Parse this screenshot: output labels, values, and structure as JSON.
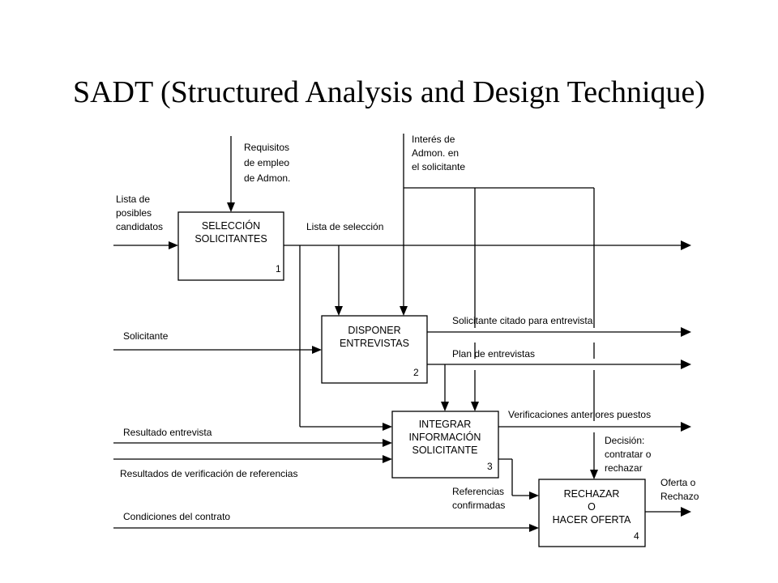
{
  "title": "SADT (Structured Analysis and Design Technique)",
  "boxes": [
    {
      "lines": [
        "SELECCIÓN",
        "SOLICITANTES"
      ],
      "number": "1"
    },
    {
      "lines": [
        "DISPONER",
        "ENTREVISTAS"
      ],
      "number": "2"
    },
    {
      "lines": [
        "INTEGRAR",
        "INFORMACIÓN",
        "SOLICITANTE"
      ],
      "number": "3"
    },
    {
      "lines": [
        "RECHAZAR",
        "O",
        "HACER OFERTA"
      ],
      "number": "4"
    }
  ],
  "labels": {
    "requisitos": [
      "Requisitos",
      "de empleo",
      "de Admon."
    ],
    "interes": [
      "Interés de",
      "Admon. en",
      "el solicitante"
    ],
    "lista_candidatos": [
      "Lista de",
      "posibles",
      "candidatos"
    ],
    "lista_seleccion": "Lista de selección",
    "solicitante": "Solicitante",
    "solicitante_citado": "Solicitante citado para entrevista",
    "plan_entrevistas": "Plan de entrevistas",
    "resultado_entrevista": "Resultado entrevista",
    "verificaciones": "Verificaciones anteriores puestos",
    "resultados_verificacion": "Resultados de verificación de referencias",
    "decision": [
      "Decisión:",
      "contratar o",
      "rechazar"
    ],
    "referencias": [
      "Referencias",
      "confirmadas"
    ],
    "oferta": [
      "Oferta o",
      "Rechazo"
    ],
    "condiciones": "Condiciones del contrato"
  },
  "colors": {
    "stroke": "#000000",
    "background": "#ffffff"
  }
}
